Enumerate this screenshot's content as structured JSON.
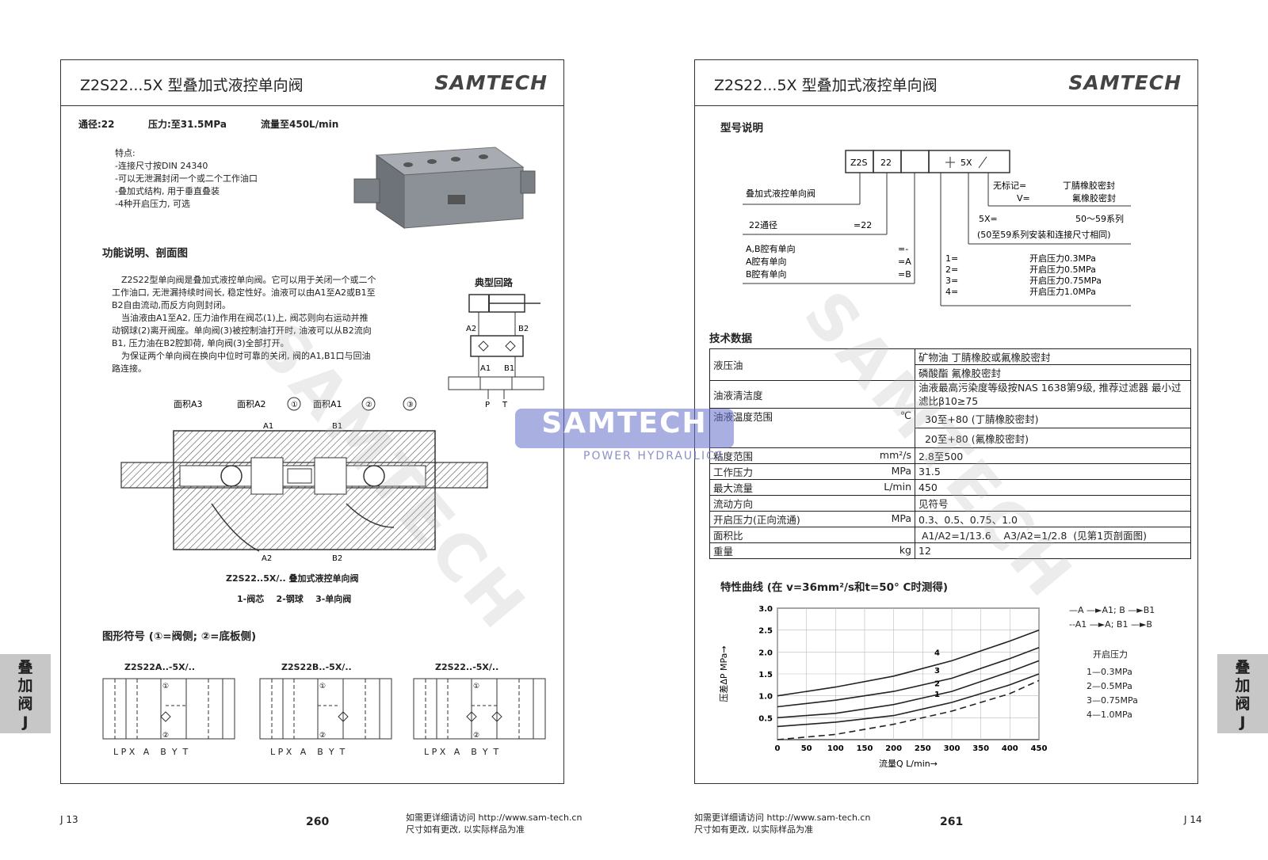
{
  "left": {
    "title": "Z2S22...5X 型叠加式液控单向阀",
    "logo": "SAMTECH",
    "specs": {
      "bore": "通径:22",
      "pressure": "压力:至31.5MPa",
      "flow": "流量至450L/min"
    },
    "features": {
      "label": "特点:",
      "items": [
        "-连接尺寸按DIN 24340",
        "-可以无泄漏封闭一个或二个工作油口",
        "-叠加式结构, 用于垂直叠装",
        "-4种开启压力, 可选"
      ]
    },
    "function_title": "功能说明、剖面图",
    "description": [
      "Z2S22型单向阀是叠加式液控单向阀。它可以用于关闭一个或二个",
      "工作油口, 无泄漏持续时间长, 稳定性好。油液可以由A1至A2或B1至",
      "B2自由流动,而反方向则封闭。",
      "当油液由A1至A2, 压力油作用在阀芯(1)上, 阀芯则向右运动并推",
      "动钢球(2)离开阀座。单向阀(3)被控制油打开时, 油液可以从B2流向",
      "B1, 压力油在B2腔卸荷, 单向阀(3)全部打开。",
      "为保证两个单向阀在换向中位时可靠的关闭, 阀的A1,B1口与回油",
      "路连接。"
    ],
    "circuit_title": "典型回路",
    "circuit_labels": {
      "a2": "A2",
      "b2": "B2",
      "a1": "A1",
      "b1": "B1",
      "p": "P",
      "t": "T"
    },
    "section_labels": {
      "area_a3": "面积A3",
      "area_a2": "面积A2",
      "area_a1": "面积A1",
      "n1": "①",
      "n2": "②",
      "n3": "③",
      "a1": "A1",
      "b1": "B1",
      "a2": "A2",
      "b2": "B2"
    },
    "section_caption": "Z2S22..5X/.. 叠加式液控单向阀",
    "section_legend": "1-阀芯    2-钢球    3-单向阀",
    "symbol_title": "图形符号 (①=阀侧; ②=底板侧)",
    "symbols": [
      {
        "label": "Z2S22A..-5X/..",
        "ports": "L P X   A    B  Y  T",
        "n1": "①",
        "n2": "②"
      },
      {
        "label": "Z2S22B..-5X/..",
        "ports": "L P X   A    B  Y  T",
        "n1": "①",
        "n2": "②"
      },
      {
        "label": "Z2S22..-5X/..",
        "ports": "L P X   A    B  Y  T",
        "n1": "①",
        "n2": "②"
      }
    ],
    "side_tab": [
      "叠",
      "加",
      "阀",
      "J"
    ],
    "page_code": "J 13",
    "page_number": "260",
    "footer_line1": "如需更详细请访问 http://www.sam-tech.cn",
    "footer_line2": "尺寸如有更改, 以实际样品为准"
  },
  "right": {
    "title": "Z2S22...5X 型叠加式液控单向阀",
    "logo": "SAMTECH",
    "model_title": "型号说明",
    "model_boxes": [
      "Z2S",
      "22",
      "",
      "5X"
    ],
    "model_desc": {
      "name": "叠加式液控单向阀",
      "bore_label": "22通径",
      "bore_code": "=22",
      "dir_rows": [
        {
          "label": "A,B腔有单向",
          "code": "=-"
        },
        {
          "label": "A腔有单向",
          "code": "=A"
        },
        {
          "label": "B腔有单向",
          "code": "=B"
        }
      ],
      "seal_rows": [
        {
          "code": "无标记=",
          "label": "丁腈橡胶密封"
        },
        {
          "code": "V=",
          "label": "氟橡胶密封"
        }
      ],
      "series_code": "5X=",
      "series_label": "50～59系列",
      "series_note": "(50至59系列安装和连接尺寸相同)",
      "crack_rows": [
        {
          "code": "1=",
          "label": "开启压力0.3MPa"
        },
        {
          "code": "2=",
          "label": "开启压力0.5MPa"
        },
        {
          "code": "3=",
          "label": "开启压力0.75MPa"
        },
        {
          "code": "4=",
          "label": "开启压力1.0MPa"
        }
      ]
    },
    "tech_title": "技术数据",
    "tech_rows": [
      {
        "label": "液压油",
        "unit": "",
        "value": "矿物油  丁腈橡胶或氟橡胶密封",
        "rowspan_label": true
      },
      {
        "label": "",
        "unit": "",
        "value": "磷酸酯  氟橡胶密封"
      },
      {
        "label": "油液清洁度",
        "unit": "",
        "value": "油液最高污染度等级按NAS 1638第9级, 推荐过滤器 最小过滤比β10≥75"
      },
      {
        "label": "油液温度范围",
        "unit": "℃",
        "value": "  30至+80 (丁腈橡胶密封)"
      },
      {
        "label": "",
        "unit": "",
        "value": "  20至+80 (氟橡胶密封)"
      },
      {
        "label": "粘度范围",
        "unit": "mm²/s",
        "value": "2.8至500"
      },
      {
        "label": "工作压力",
        "unit": "MPa",
        "value": "31.5"
      },
      {
        "label": "最大流量",
        "unit": "L/min",
        "value": "450"
      },
      {
        "label": "流动方向",
        "unit": "",
        "value": "见符号"
      },
      {
        "label": "开启压力(正向流通)",
        "unit": "MPa",
        "value": "0.3、0.5、0.75、1.0"
      },
      {
        "label": "面积比",
        "unit": "",
        "value": " A1/A2=1/13.6    A3/A2=1/2.8  (见第1页剖面图)"
      },
      {
        "label": "重量",
        "unit": "kg",
        "value": "12"
      }
    ],
    "curve_title": "特性曲线 (在 v=36mm²/s和t=50° C时测得)",
    "legend_flow": [
      "—A —►A1; B —►B1",
      "--A1 —►A; B1 —►B"
    ],
    "legend_title": "开启压力",
    "legend_items": [
      "1—0.3MPa",
      "2—0.5MPa",
      "3—0.75MPa",
      "4—1.0MPa"
    ],
    "side_tab": [
      "叠",
      "加",
      "阀",
      "J"
    ],
    "page_code": "J 14",
    "page_number": "261",
    "footer_line1": "如需更详细请访问 http://www.sam-tech.cn",
    "footer_line2": "尺寸如有更改, 以实际样品为准"
  },
  "banner": {
    "big": "SAMTECH",
    "small": "POWER HYDRAULICS"
  },
  "chart_data": {
    "type": "line",
    "title": "",
    "xlabel": "流量Q L/min→",
    "ylabel": "压差ΔP MPa→",
    "xlim": [
      0,
      450
    ],
    "ylim": [
      0,
      3.0
    ],
    "xticks": [
      0,
      50,
      100,
      150,
      200,
      250,
      300,
      350,
      400,
      450
    ],
    "yticks": [
      0.5,
      1.0,
      1.5,
      2.0,
      2.5,
      3.0
    ],
    "grid": true,
    "series": [
      {
        "name": "4",
        "x": [
          0,
          100,
          200,
          300,
          400,
          450
        ],
        "y": [
          1.0,
          1.2,
          1.45,
          1.8,
          2.25,
          2.5
        ]
      },
      {
        "name": "3",
        "x": [
          0,
          100,
          200,
          300,
          400,
          450
        ],
        "y": [
          0.75,
          0.9,
          1.1,
          1.4,
          1.85,
          2.1
        ]
      },
      {
        "name": "2",
        "x": [
          0,
          100,
          200,
          300,
          400,
          450
        ],
        "y": [
          0.5,
          0.6,
          0.8,
          1.1,
          1.55,
          1.8
        ]
      },
      {
        "name": "1",
        "x": [
          0,
          100,
          200,
          300,
          400,
          450
        ],
        "y": [
          0.3,
          0.4,
          0.55,
          0.85,
          1.25,
          1.5
        ]
      },
      {
        "name": "",
        "dashed": true,
        "x": [
          0,
          100,
          200,
          300,
          400,
          450
        ],
        "y": [
          0.0,
          0.12,
          0.35,
          0.65,
          1.05,
          1.35
        ]
      }
    ]
  }
}
